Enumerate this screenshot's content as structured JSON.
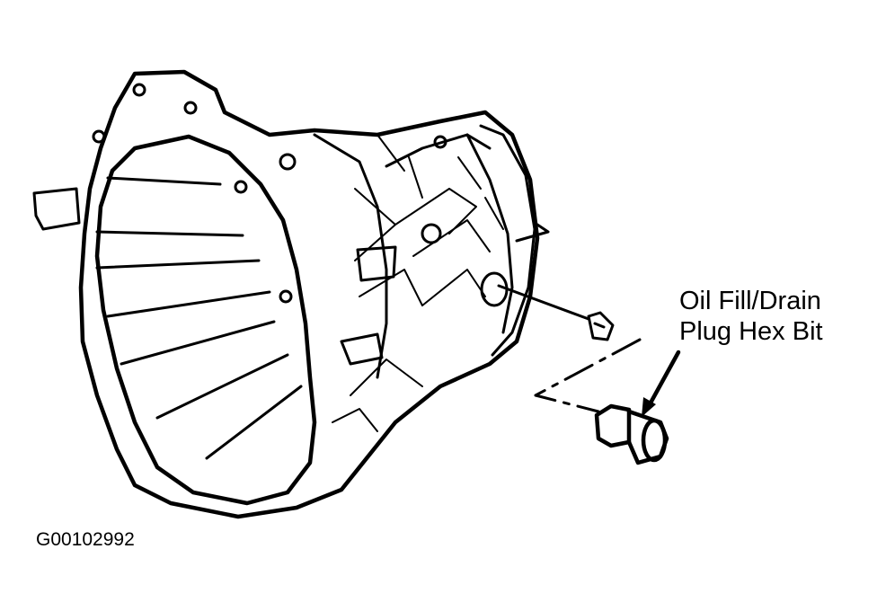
{
  "callout": {
    "line1": "Oil Fill/Drain",
    "line2": "Plug Hex Bit"
  },
  "figure_code": "G00102992",
  "icons": {
    "housing": "transmission-case-drawing",
    "plug": "drain-plug-drawing",
    "bit": "hex-bit-drawing"
  }
}
